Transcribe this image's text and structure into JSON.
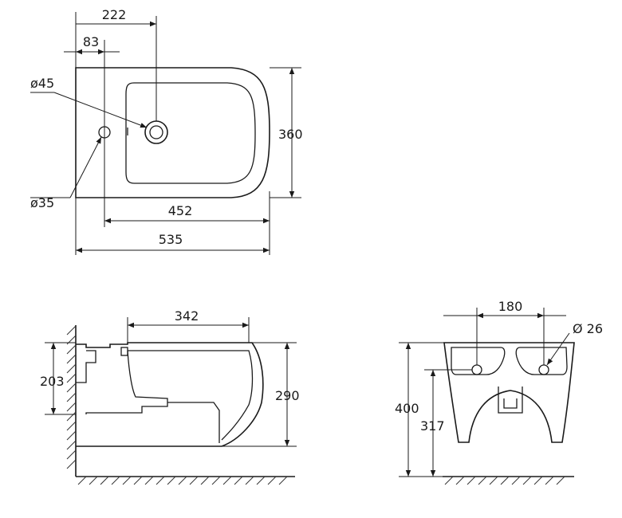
{
  "top_view": {
    "dims": {
      "d222": "222",
      "d83": "83",
      "d45": "ø45",
      "d35": "ø35",
      "d360": "360",
      "d452": "452",
      "d535": "535"
    }
  },
  "side_view": {
    "dims": {
      "d342": "342",
      "d203": "203",
      "d290": "290"
    }
  },
  "front_view": {
    "dims": {
      "d180": "180",
      "d26": "Ø 26",
      "d400": "400",
      "d317": "317"
    }
  }
}
